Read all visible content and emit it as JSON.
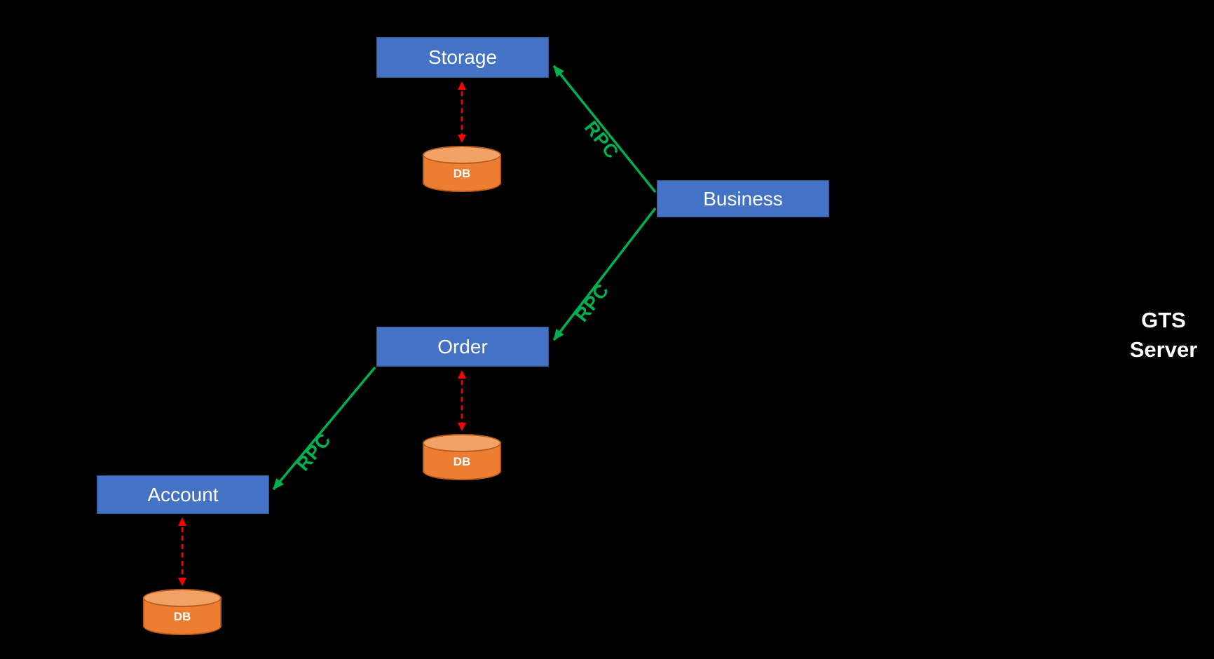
{
  "diagram": {
    "nodes": {
      "storage": {
        "label": "Storage"
      },
      "business": {
        "label": "Business"
      },
      "order": {
        "label": "Order"
      },
      "account": {
        "label": "Account"
      }
    },
    "databases": {
      "storage_db": {
        "label": "DB"
      },
      "order_db": {
        "label": "DB"
      },
      "account_db": {
        "label": "DB"
      }
    },
    "edges": {
      "business_storage": {
        "label": "RPC"
      },
      "business_order": {
        "label": "RPC"
      },
      "order_account": {
        "label": "RPC"
      }
    },
    "annotation": {
      "line1": "GTS",
      "line2": "Server"
    },
    "colors": {
      "node_fill": "#4472C4",
      "node_border": "#2F528F",
      "db_fill": "#ED7D31",
      "db_top_fill": "#F2A264",
      "db_border": "#B85C1E",
      "rpc_green": "#00B050",
      "db_link_red": "#FF0000",
      "background": "#000000",
      "text": "#FFFFFF"
    }
  }
}
